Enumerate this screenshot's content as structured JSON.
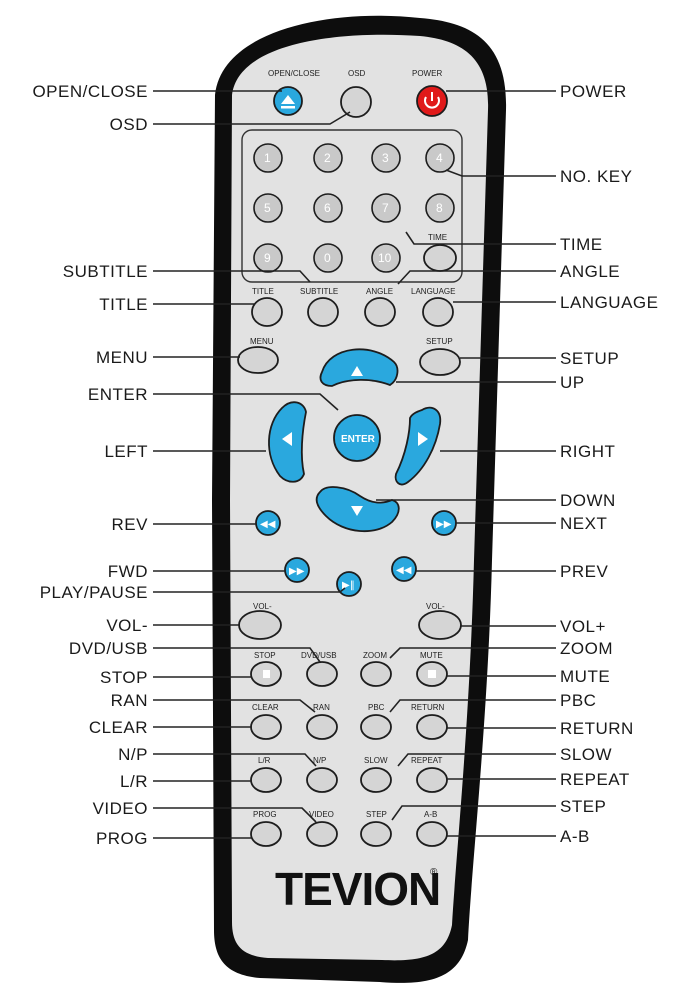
{
  "colors": {
    "accent_blue": "#2aa8de",
    "power_red": "#e01a1a",
    "body_grey": "#e2e2e2",
    "frame_black": "#0d0d0d",
    "button_grey": "#d5d5d5"
  },
  "brand": {
    "logo": "TEVION",
    "reg_mark": "®"
  },
  "button_labels": {
    "open_close": "OPEN/CLOSE",
    "osd": "OSD",
    "power": "POWER",
    "time": "TIME",
    "title": "TITLE",
    "subtitle": "SUBTITLE",
    "angle": "ANGLE",
    "language": "LANGUAGE",
    "menu": "MENU",
    "setup": "SETUP",
    "enter": "ENTER",
    "vol_minus": "VOL-",
    "vol_plus": "VOL-",
    "stop": "STOP",
    "dvd_usb": "DVD/USB",
    "zoom": "ZOOM",
    "mute": "MUTE",
    "clear": "CLEAR",
    "ran": "RAN",
    "pbc": "PBC",
    "return": "RETURN",
    "lr": "L/R",
    "np": "N/P",
    "slow": "SLOW",
    "repeat": "REPEAT",
    "prog": "PROG",
    "video": "VIDEO",
    "step": "STEP",
    "ab": "A-B"
  },
  "number_keys": [
    "1",
    "2",
    "3",
    "4",
    "5",
    "6",
    "7",
    "8",
    "9",
    "0",
    "10"
  ],
  "callouts_left": {
    "open_close": "OPEN/CLOSE",
    "osd": "OSD",
    "subtitle": "SUBTITLE",
    "title": "TITLE",
    "menu": "MENU",
    "enter": "ENTER",
    "left": "LEFT",
    "rev": "REV",
    "fwd": "FWD",
    "play_pause": "PLAY/PAUSE",
    "vol_minus": "VOL-",
    "dvd_usb": "DVD/USB",
    "stop": "STOP",
    "ran": "RAN",
    "clear": "CLEAR",
    "np": "N/P",
    "lr": "L/R",
    "video": "VIDEO",
    "prog": "PROG"
  },
  "callouts_right": {
    "power": "POWER",
    "no_key": "NO. KEY",
    "time": "TIME",
    "angle": "ANGLE",
    "language": "LANGUAGE",
    "setup": "SETUP",
    "up": "UP",
    "right": "RIGHT",
    "down": "DOWN",
    "next": "NEXT",
    "prev": "PREV",
    "vol_plus": "VOL+",
    "zoom": "ZOOM",
    "mute": "MUTE",
    "pbc": "PBC",
    "return": "RETURN",
    "slow": "SLOW",
    "repeat": "REPEAT",
    "step": "STEP",
    "ab": "A-B"
  }
}
